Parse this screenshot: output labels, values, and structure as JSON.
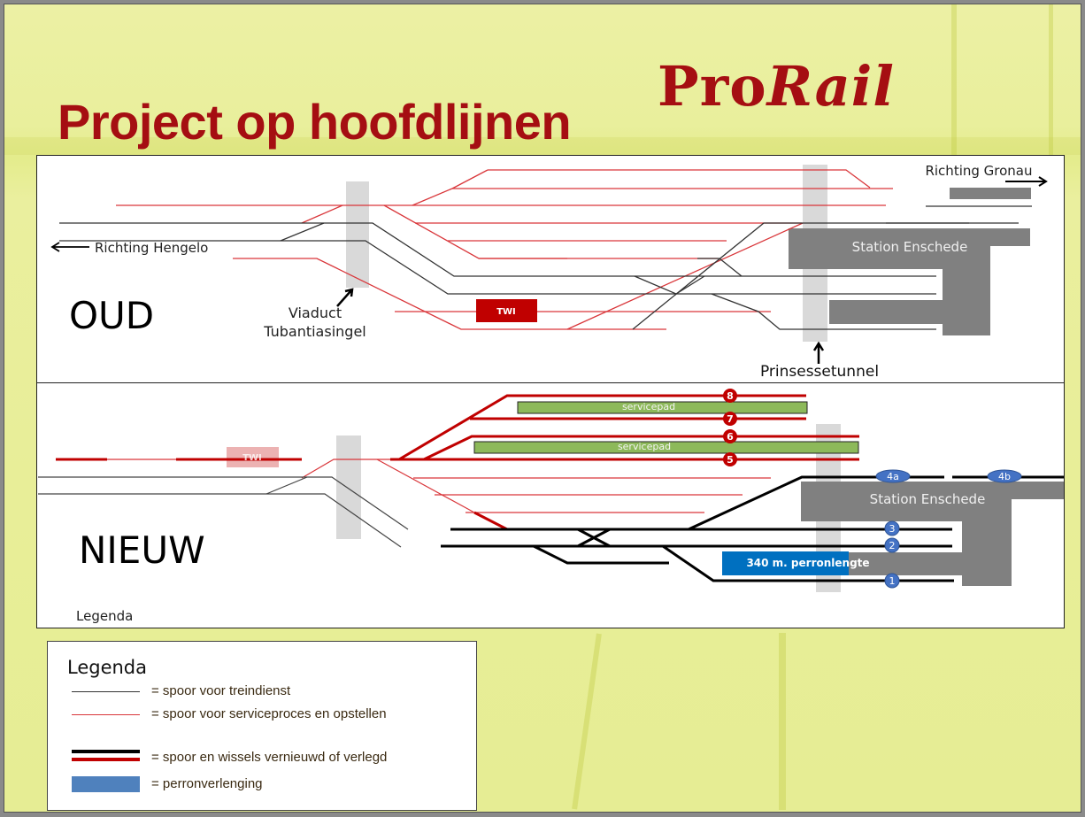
{
  "slide": {
    "title": "Project op hoofdlijnen",
    "logo": {
      "part1": "Pro",
      "part2": "Rail"
    },
    "colors": {
      "brand_red": "#a50e12",
      "background": "#e9ef9c",
      "track_black": "#000000",
      "track_red": "#c00000",
      "service_path": "#8db95a",
      "platform_ext": "#0070c0",
      "station": "#808080",
      "bridge": "#d9d9d9"
    }
  },
  "oud": {
    "label": "OUD",
    "direction_left": "Richting Hengelo",
    "direction_right": "Richting Gronau",
    "viaduct_label_1": "Viaduct",
    "viaduct_label_2": "Tubantiasingel",
    "tunnel_label": "Prinsessetunnel",
    "station_label": "Station Enschede",
    "twi_label": "TWI"
  },
  "nieuw": {
    "label": "NIEUW",
    "legend_caption": "Legenda",
    "station_label": "Station Enschede",
    "twi_label": "TWI",
    "servicepad_label": "servicepad",
    "platform_extension_label": "340 m. perronlengte",
    "red_track_numbers": [
      "8",
      "7",
      "6",
      "5"
    ],
    "blue_track_numbers": [
      "4a",
      "4b",
      "3",
      "2",
      "1"
    ]
  },
  "legend": {
    "title": "Legenda",
    "items": [
      {
        "symbol": "thin-black-line",
        "label": "= spoor voor treindienst"
      },
      {
        "symbol": "thin-red-line",
        "label": "= spoor voor serviceproces en opstellen"
      },
      {
        "symbol": "thick-black-red-lines",
        "label": "= spoor en wissels vernieuwd of verlegd"
      },
      {
        "symbol": "blue-rect",
        "label": "= perronverlenging"
      }
    ]
  }
}
